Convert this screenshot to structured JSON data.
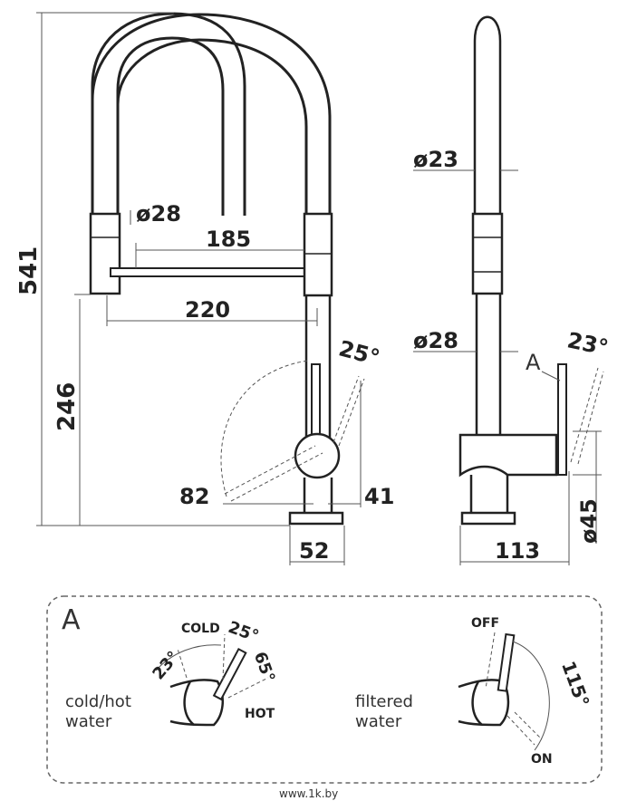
{
  "front_view": {
    "height_total": "541",
    "height_spout": "246",
    "head_diameter": "ø28",
    "reach_inner": "185",
    "reach_outer": "220",
    "swivel_angle": "25°",
    "handle_reach": "82",
    "handle_offset": "41",
    "base_width": "52"
  },
  "side_view": {
    "hose_diameter": "ø23",
    "body_diameter": "ø28",
    "lever_angle": "23°",
    "detail_marker": "A",
    "base_diameter": "ø45",
    "depth": "113"
  },
  "detail_a": {
    "title": "A",
    "left_caption": [
      "cold/hot",
      "water"
    ],
    "cold_label": "COLD",
    "hot_label": "HOT",
    "angle_23": "23°",
    "angle_25": "25°",
    "angle_65": "65°",
    "right_caption": [
      "filtered",
      "water"
    ],
    "off_label": "OFF",
    "on_label": "ON",
    "angle_115": "115°"
  },
  "watermark": "www.1k.by"
}
